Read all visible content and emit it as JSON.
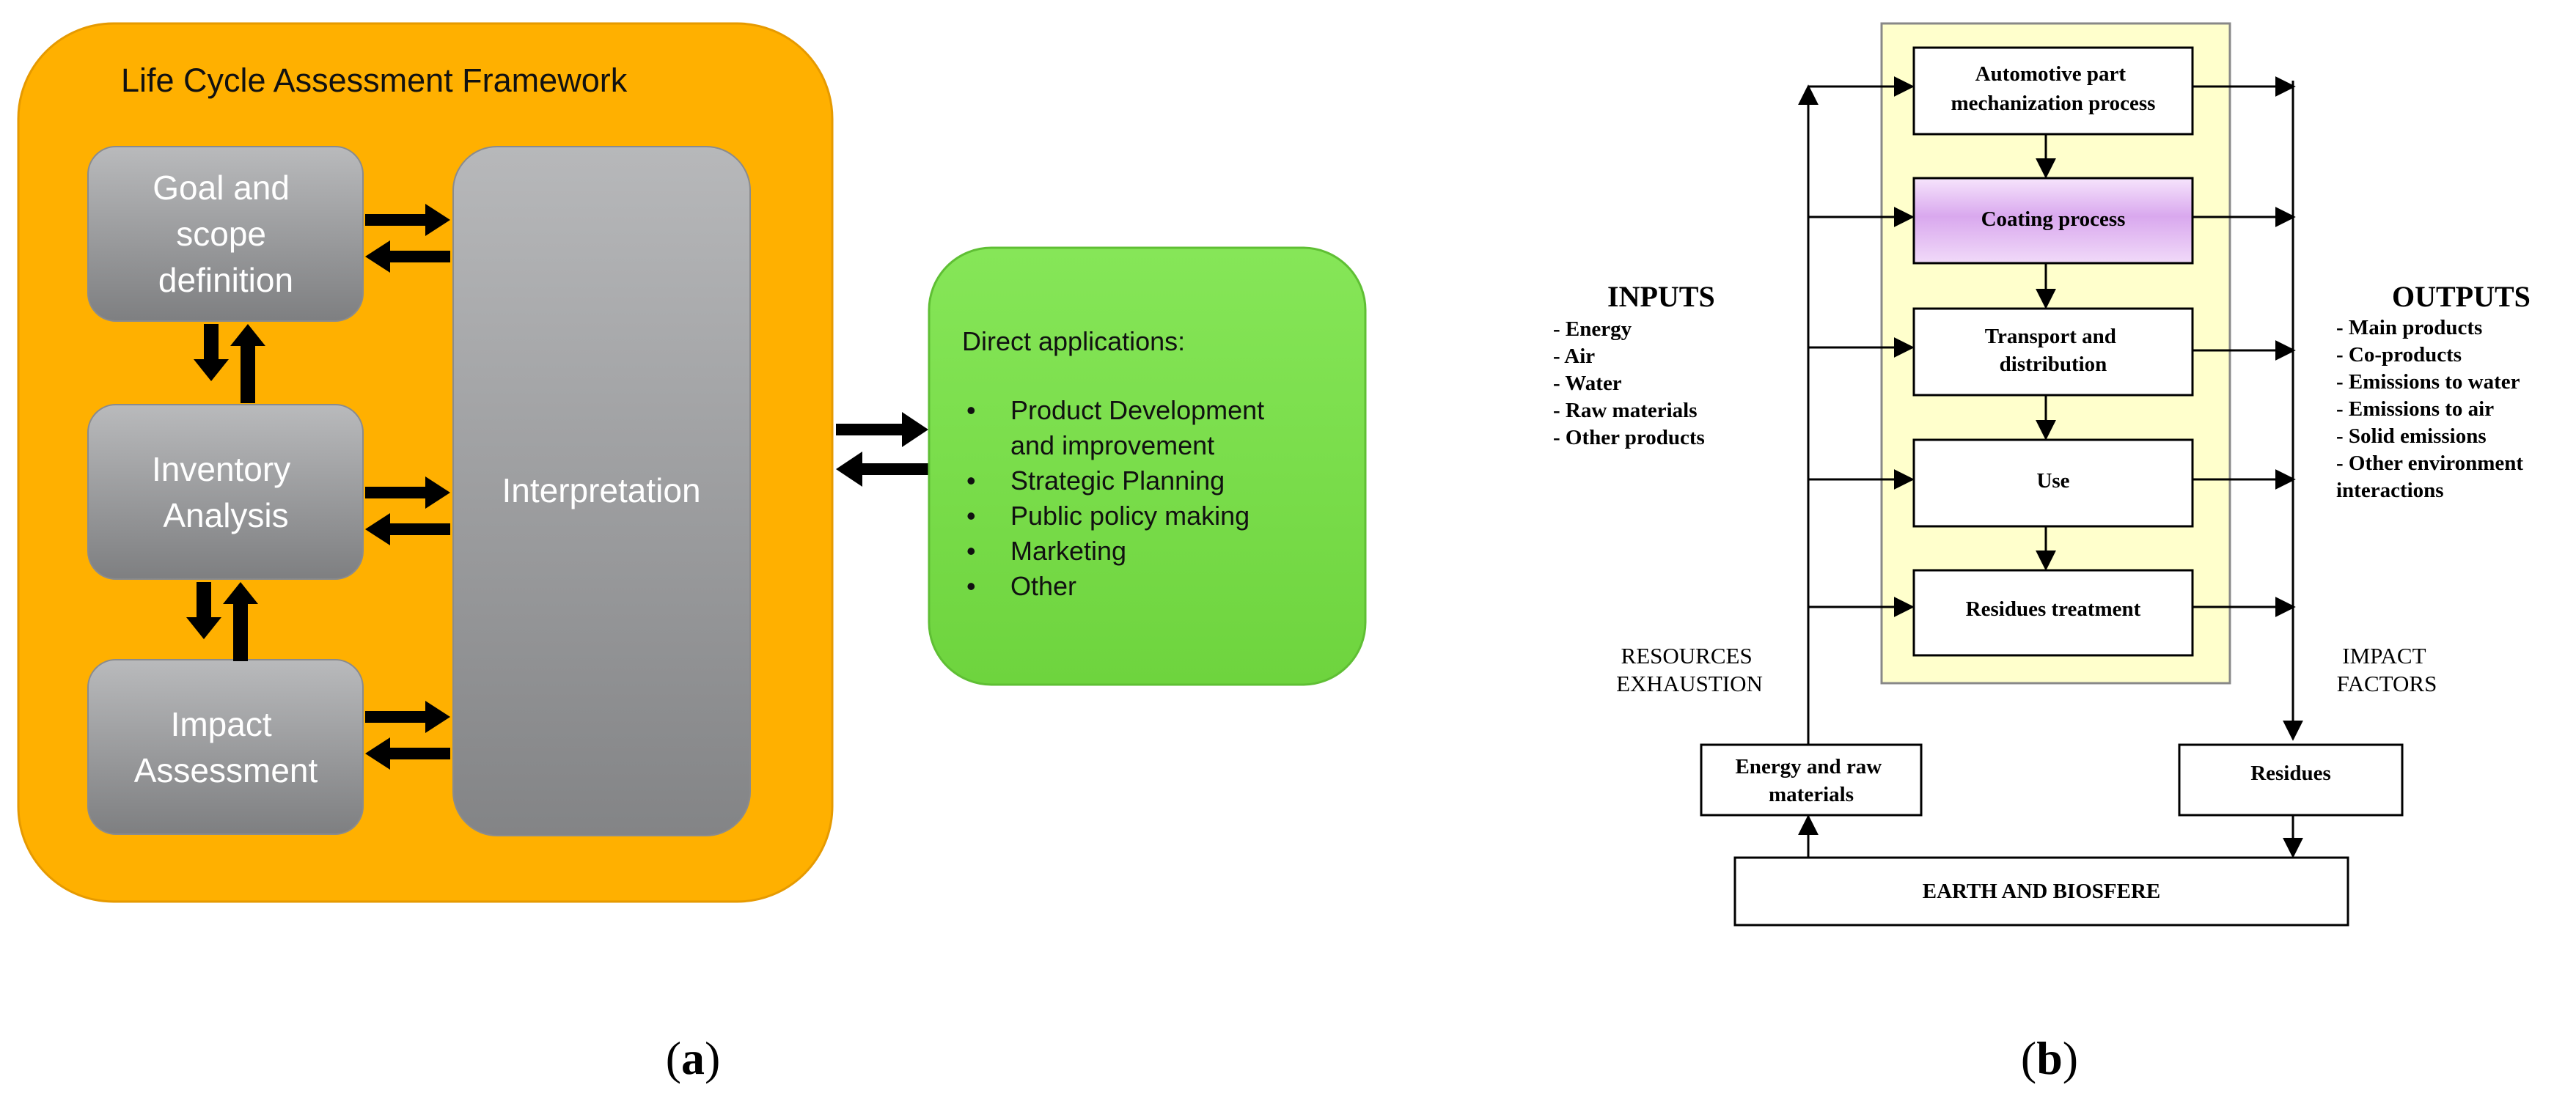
{
  "panel_a": {
    "frame_title": "Life Cycle Assessment Framework",
    "boxes": {
      "goal": [
        "Goal and",
        "scope",
        "definition"
      ],
      "inventory": [
        "Inventory",
        "Analysis"
      ],
      "impact": [
        "Impact",
        "Assessment"
      ],
      "interpretation": [
        "Interpretation"
      ]
    },
    "applications": {
      "heading": "Direct applications:",
      "items": [
        [
          "Product Development",
          "and improvement"
        ],
        [
          "Strategic Planning"
        ],
        [
          "Public policy making"
        ],
        [
          "Marketing"
        ],
        [
          "Other"
        ]
      ]
    },
    "colors": {
      "frame": "#FFB000",
      "frame_border": "#E69A00",
      "grey_box": "#9a9b9d",
      "grey_box_light": "#b7b8ba",
      "grey_box_dark": "#7f8082",
      "applications": "#7ADF4A",
      "applications_border": "#5FBF34",
      "text_light": "#ffffff",
      "text_dark": "#111111",
      "arrow": "#000000"
    }
  },
  "panel_b": {
    "process_steps": [
      [
        "Automotive part",
        "mechanization process"
      ],
      [
        "Coating process"
      ],
      [
        "Transport and",
        "distribution"
      ],
      [
        "Use"
      ],
      [
        "Residues treatment"
      ]
    ],
    "inputs": {
      "heading": "INPUTS",
      "items": [
        "- Energy",
        "- Air",
        "- Water",
        "- Raw materials",
        "- Other products"
      ]
    },
    "outputs": {
      "heading": "OUTPUTS",
      "items": [
        "- Main products",
        "- Co-products",
        "- Emissions to water",
        "- Emissions to air",
        "- Solid emissions",
        "- Other environment",
        "interactions"
      ]
    },
    "resources_label": [
      "RESOURCES",
      "EXHAUSTION"
    ],
    "impact_label": [
      "IMPACT",
      "FACTORS"
    ],
    "energy_box": [
      "Energy and raw",
      "materials"
    ],
    "residues_box": [
      "Residues"
    ],
    "earth_box": [
      "EARTH AND BIOSFERE"
    ],
    "colors": {
      "system_fill": "#FFFFCC",
      "system_border": "#888888",
      "coating_fill": "#E3B8F3",
      "line": "#000000"
    }
  },
  "captions": {
    "a": "a",
    "b": "b"
  }
}
